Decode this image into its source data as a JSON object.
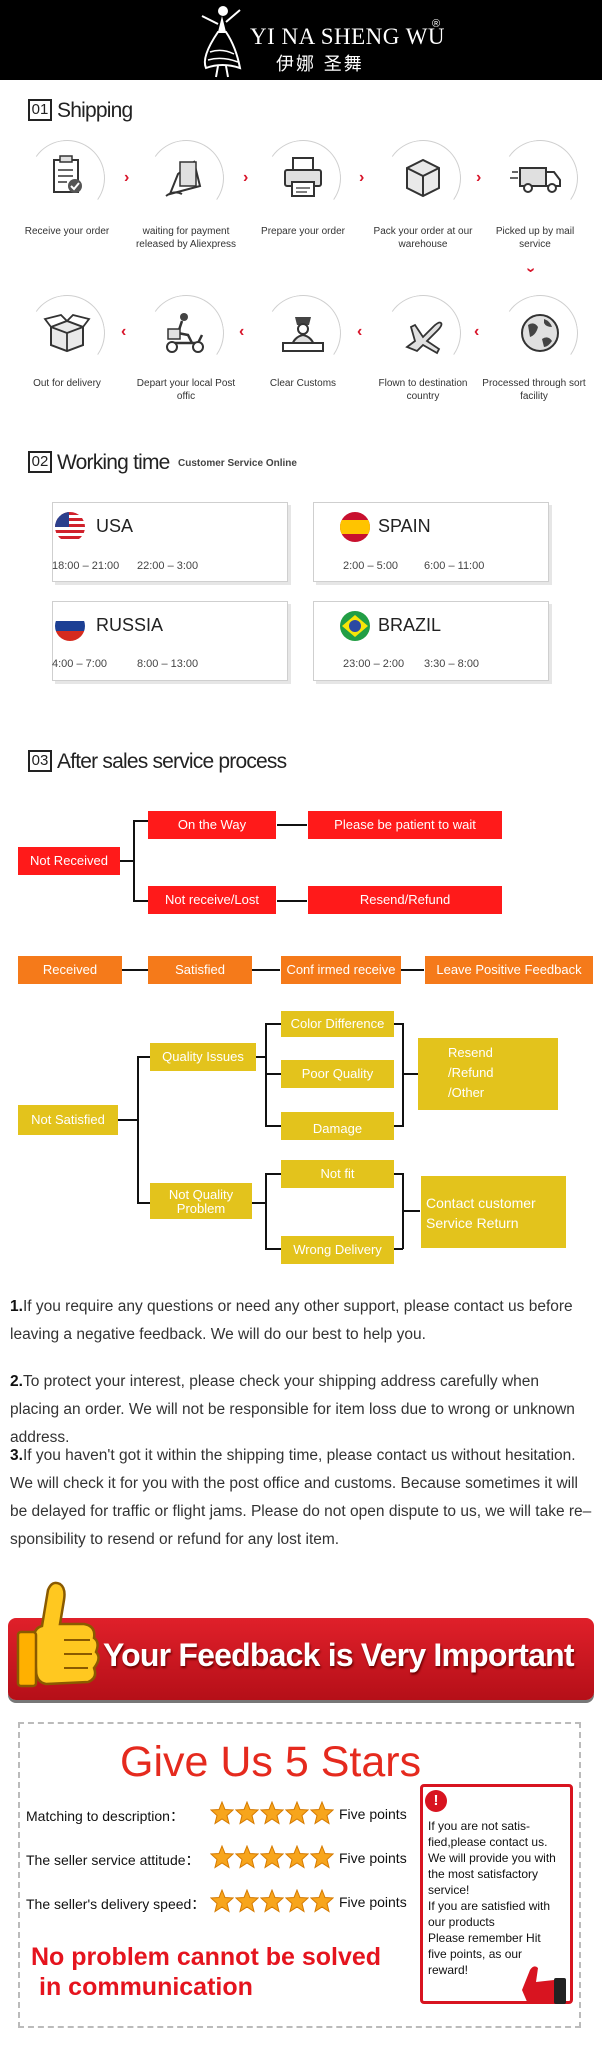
{
  "brand": {
    "name_en": "YI NA SHENG WU",
    "registered": "®",
    "name_cn": "伊娜 圣舞"
  },
  "shipping": {
    "number": "01",
    "title": "Shipping",
    "steps": [
      {
        "label": "Receive your order",
        "icon": "clipboard-check-icon"
      },
      {
        "label": "waiting for payment released by Aliexpress",
        "icon": "payment-card-icon"
      },
      {
        "label": "Prepare your order",
        "icon": "printer-icon"
      },
      {
        "label": "Pack your order at our warehouse",
        "icon": "package-box-icon"
      },
      {
        "label": "Picked up by mail service",
        "icon": "delivery-truck-icon"
      },
      {
        "label": "Processed through sort facility",
        "icon": "globe-icon"
      },
      {
        "label": "Flown to destination country",
        "icon": "airplane-icon"
      },
      {
        "label": "Clear Customs",
        "icon": "customs-officer-icon"
      },
      {
        "label": "Depart your local Post offic",
        "icon": "delivery-scooter-icon"
      },
      {
        "label": "Out for delivery",
        "icon": "open-box-icon"
      }
    ]
  },
  "working_time": {
    "number": "02",
    "title": "Working time",
    "subtitle": "Customer Service Online",
    "countries": [
      {
        "name": "USA",
        "hours1": "18:00 – 21:00",
        "hours2": "22:00 – 3:00",
        "flag": "usa-flag-icon"
      },
      {
        "name": "SPAIN",
        "hours1": "2:00 – 5:00",
        "hours2": "6:00 – 11:00",
        "flag": "spain-flag-icon"
      },
      {
        "name": "RUSSIA",
        "hours1": "4:00 – 7:00",
        "hours2": "8:00 – 13:00",
        "flag": "russia-flag-icon"
      },
      {
        "name": "BRAZIL",
        "hours1": "23:00 – 2:00",
        "hours2": "3:30 – 8:00",
        "flag": "brazil-flag-icon"
      }
    ]
  },
  "after_sales": {
    "number": "03",
    "title": "After sales service process",
    "not_received": "Not Received",
    "on_the_way": "On the Way",
    "be_patient": "Please be patient to wait",
    "not_receive_lost": "Not receive/Lost",
    "resend_refund": "Resend/Refund",
    "received": "Received",
    "satisfied": "Satisfied",
    "confirmed_receive": "Conf irmed receive",
    "leave_feedback": "Leave Positive Feedback",
    "not_satisfied": "Not Satisfied",
    "quality_issues": "Quality Issues",
    "color_difference": "Color Difference",
    "poor_quality": "Poor Quality",
    "damage": "Damage",
    "resend_refund_other": [
      "Resend",
      "/Refund",
      "/Other"
    ],
    "not_quality_problem": [
      "Not Quality",
      "Problem"
    ],
    "not_fit": "Not fit",
    "wrong_delivery": "Wrong Delivery",
    "contact_customer": [
      "Contact customer",
      "Service Return"
    ],
    "colors": {
      "red": "#ff1a1a",
      "orange": "#f57a1a",
      "yellow": "#e3c31c"
    }
  },
  "notes": [
    {
      "num": "1.",
      "text": "If you require any questions or need any other support, please contact us before leaving a negative feedback. We will do our best to help you."
    },
    {
      "num": "2.",
      "text": "To protect your interest, please check your shipping address carefully when placing an order. We will not be responsible for item loss due to wrong or unknown address."
    },
    {
      "num": "3.",
      "text": "If you haven't got it within the shipping time, please contact us without hesitation. We will check it for you with the post office and customs. Because sometimes it will be delayed for traffic or flight jams. Please do not open dispute to us, we will take re–sponsibility to resend or refund for any lost item."
    }
  ],
  "feedback": {
    "banner": "Your Feedback is Very Important",
    "stars_title": "Give Us 5 Stars",
    "ratings": [
      {
        "label": "Matching to description：",
        "stars": 5,
        "points": "Five points"
      },
      {
        "label": "The seller service attitude：",
        "stars": 5,
        "points": "Five points"
      },
      {
        "label": "The seller's delivery speed：",
        "stars": 5,
        "points": "Five points"
      }
    ],
    "callout_mark": "!",
    "callout": [
      "If you are not satis-",
      "fied,please contact us.",
      "We will provide you with",
      "the most satisfactory",
      "service!",
      "If you are satisfied with",
      "our products",
      "Please remember Hit",
      "five points, as our",
      "reward!"
    ],
    "slogan": [
      "No problem cannot be solved",
      "in communication"
    ],
    "accent": "#e52a1e"
  }
}
